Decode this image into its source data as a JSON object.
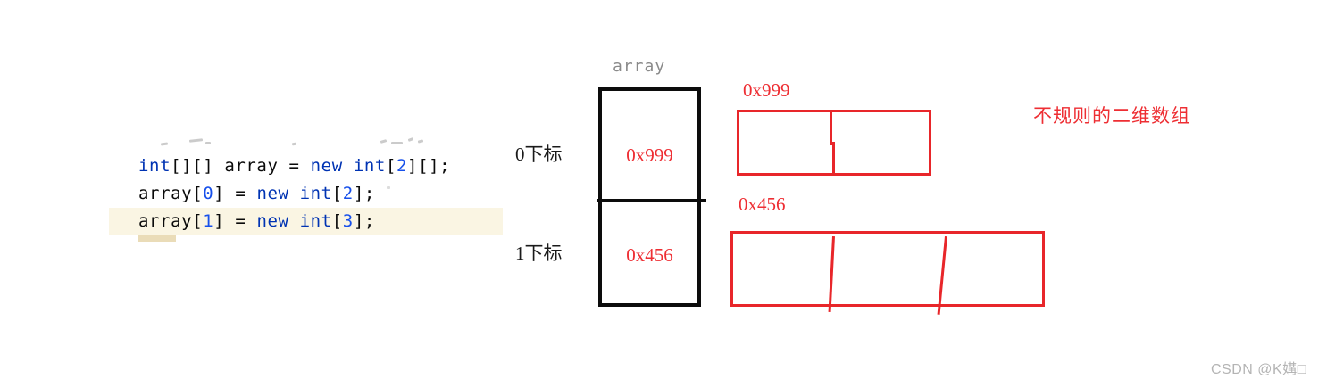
{
  "colors": {
    "keyword": "#0033b3",
    "number": "#1750eb",
    "code_text": "#0a0a0a",
    "line_highlight": "#faf5e3",
    "caret_bar": "#eadcb8",
    "box_black": "#0c0c0c",
    "box_red": "#e8262a",
    "red_text": "#ee2e33",
    "label_gray": "#8a8a8a",
    "label_black": "#1a1a1a",
    "watermark_gray": "#b4b4b4"
  },
  "code": {
    "lines": [
      {
        "highlighted": false,
        "tokens": [
          {
            "text": "int",
            "type": "kw"
          },
          {
            "text": "[][] array = ",
            "type": "pl"
          },
          {
            "text": "new",
            "type": "kw"
          },
          {
            "text": " ",
            "type": "pl"
          },
          {
            "text": "int",
            "type": "kw"
          },
          {
            "text": "[",
            "type": "pl"
          },
          {
            "text": "2",
            "type": "num"
          },
          {
            "text": "][];",
            "type": "pl"
          }
        ]
      },
      {
        "highlighted": false,
        "tokens": [
          {
            "text": "array[",
            "type": "pl"
          },
          {
            "text": "0",
            "type": "num"
          },
          {
            "text": "] = ",
            "type": "pl"
          },
          {
            "text": "new",
            "type": "kw"
          },
          {
            "text": " ",
            "type": "pl"
          },
          {
            "text": "int",
            "type": "kw"
          },
          {
            "text": "[",
            "type": "pl"
          },
          {
            "text": "2",
            "type": "num"
          },
          {
            "text": "];",
            "type": "pl"
          }
        ]
      },
      {
        "highlighted": true,
        "tokens": [
          {
            "text": "array[",
            "type": "pl"
          },
          {
            "text": "1",
            "type": "num"
          },
          {
            "text": "] = ",
            "type": "pl"
          },
          {
            "text": "new",
            "type": "kw"
          },
          {
            "text": " ",
            "type": "pl"
          },
          {
            "text": "int",
            "type": "kw"
          },
          {
            "text": "[",
            "type": "pl"
          },
          {
            "text": "3",
            "type": "num"
          },
          {
            "text": "];",
            "type": "pl"
          }
        ]
      }
    ]
  },
  "pointer_table": {
    "title": "array",
    "rows": [
      {
        "index_label": "0下标",
        "address": "0x999"
      },
      {
        "index_label": "1下标",
        "address": "0x456"
      }
    ]
  },
  "row_arrays": [
    {
      "address_label": "0x999",
      "cell_count": 2
    },
    {
      "address_label": "0x456",
      "cell_count": 3
    }
  ],
  "annotation": {
    "text": "不规则的二维数组"
  },
  "watermark": {
    "text": "CSDN @K媾□"
  }
}
